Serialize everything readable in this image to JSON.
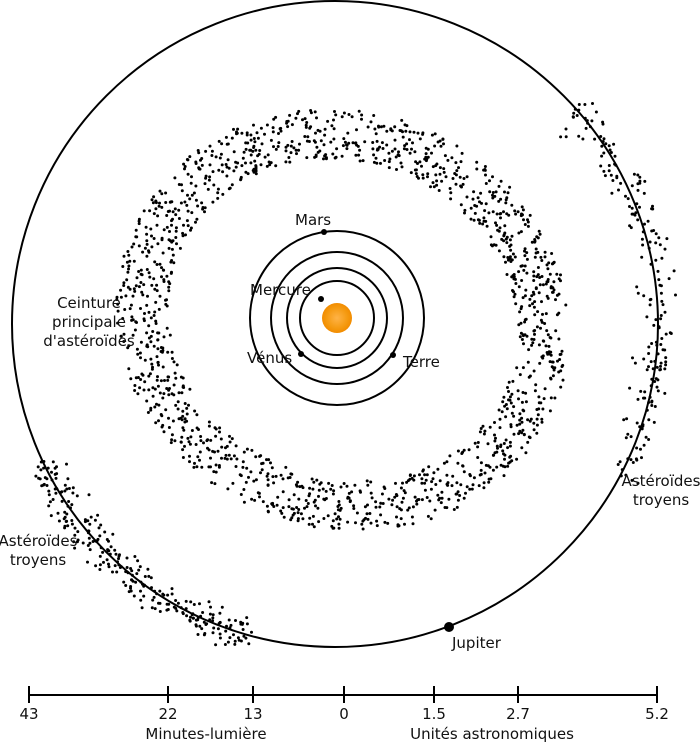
{
  "diagram": {
    "planets": {
      "mercury": "Mercure",
      "venus": "Vénus",
      "earth": "Terre",
      "mars": "Mars",
      "jupiter": "Jupiter"
    },
    "belt_label": [
      "Ceinture",
      "principale",
      "d'astéroïdes"
    ],
    "trojans_left": [
      "Astéroïdes",
      "troyens"
    ],
    "trojans_right": [
      "Astéroïdes",
      "troyens"
    ],
    "colors": {
      "sun_outer": "#f28c00",
      "sun_inner": "#ffb347",
      "stroke": "#000000"
    }
  },
  "scale": {
    "minutes_ticks": [
      "43",
      "22",
      "13",
      "0"
    ],
    "au_ticks": [
      "1.5",
      "2.7",
      "5.2"
    ],
    "minutes_label": "Minutes-lumière",
    "au_label": "Unités astronomiques"
  }
}
